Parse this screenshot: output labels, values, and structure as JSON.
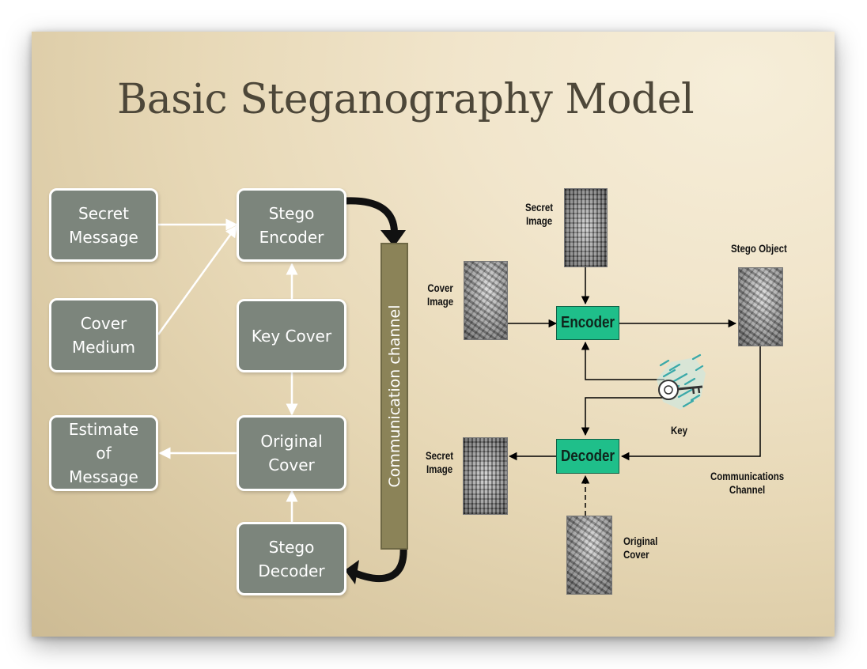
{
  "slide": {
    "title": "Basic Steganography Model"
  },
  "left_model": {
    "secret_message": "Secret\nMessage",
    "cover_medium": "Cover\nMedium",
    "estimate_of_message": "Estimate\nof\nMessage",
    "stego_encoder": "Stego\nEncoder",
    "key_cover": "Key Cover",
    "original_cover": "Original\nCover",
    "stego_decoder": "Stego\nDecoder",
    "channel": "Communication channel"
  },
  "right_model": {
    "secret_image_top": "Secret\nImage",
    "cover_image": "Cover\nImage",
    "stego_object": "Stego Object",
    "encoder": "Encoder",
    "decoder": "Decoder",
    "key": "Key",
    "secret_image_bottom": "Secret\nImage",
    "communications_channel": "Communications\nChannel",
    "original_cover": "Original\nCover"
  },
  "colors": {
    "box_fill": "#7c857c",
    "channel_fill": "#8b8358",
    "coder_fill": "#1fbf8a",
    "title_color": "#4d4739",
    "key_color": "#3aa9a9"
  },
  "icons": {
    "key": "key-icon"
  }
}
